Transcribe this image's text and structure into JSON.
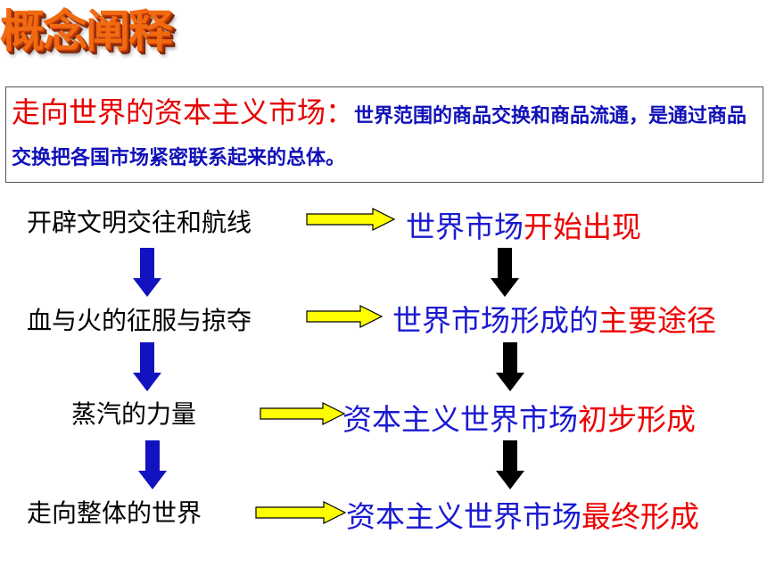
{
  "banner": {
    "title": "概念阐释"
  },
  "definition": {
    "term": "走向世界的资本主义市场：",
    "text": "世界范围的商品交换和商品流通，是通过商品交换把各国市场紧密联系起来的总体。"
  },
  "rows": [
    {
      "left": "开辟文明交往和航线",
      "right_blue": "世界市场",
      "right_red": "开始出现"
    },
    {
      "left": "血与火的征服与掠夺",
      "right_blue": "世界市场形成的",
      "right_red": "主要途径"
    },
    {
      "left": "蒸汽的力量",
      "right_blue": "资本主义世界市场",
      "right_red": "初步形成"
    },
    {
      "left": "走向整体的世界",
      "right_blue": "资本主义世界市场",
      "right_red": "最终形成"
    }
  ],
  "colors": {
    "banner": "#f26a10",
    "term": "#e60000",
    "definition_text": "#1010b8",
    "right_blue": "#1a1ad0",
    "right_red": "#ee0000",
    "right_arrow_fill": "#ffff00",
    "down_arrow_left": "#1212c0",
    "down_arrow_right": "#000000"
  },
  "icons": {
    "right_arrow": "yellow-right-arrow-icon",
    "down_arrow_left": "blue-down-arrow-icon",
    "down_arrow_right": "black-down-arrow-icon"
  }
}
